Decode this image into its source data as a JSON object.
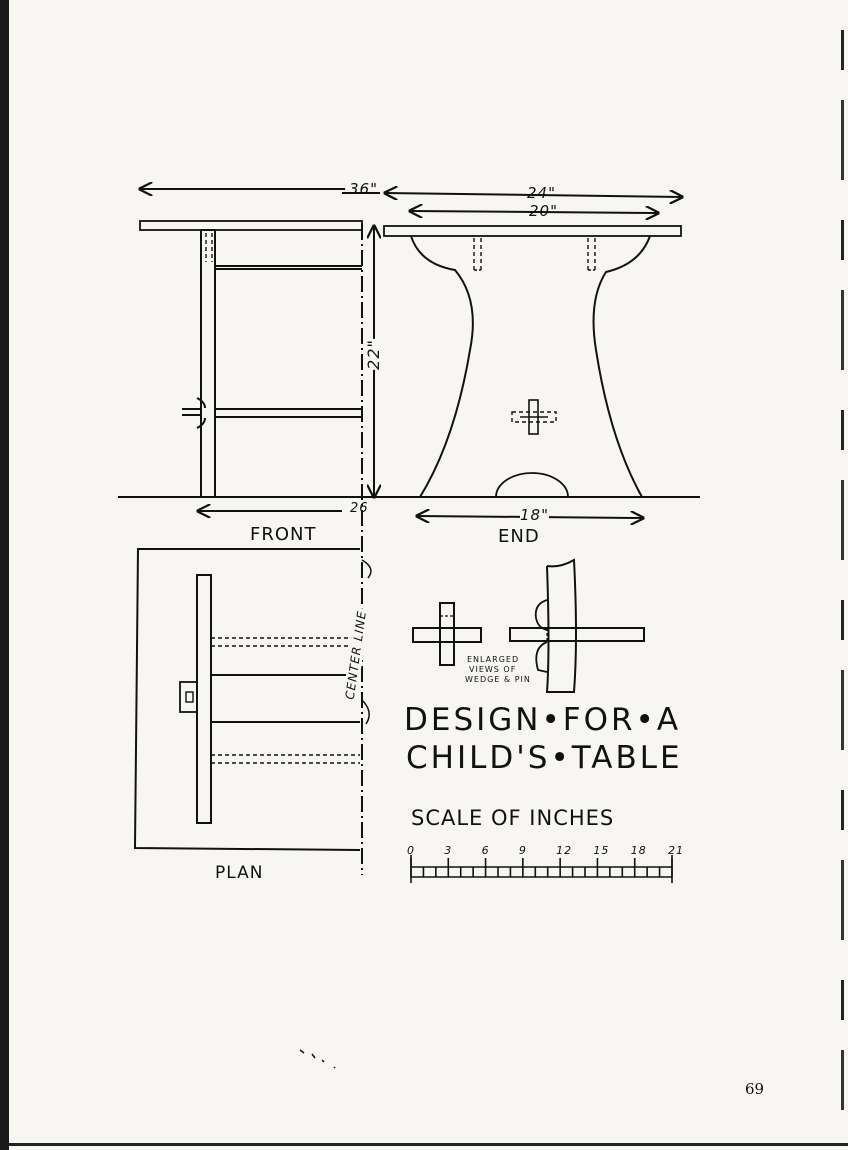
{
  "dimensions": {
    "front_width": "36\"",
    "end_width": "24\"",
    "end_inner_width": "20\"",
    "height": "22\"",
    "front_bottom": "26",
    "end_bottom": "18\""
  },
  "views": {
    "front": "FRONT",
    "end": "END",
    "plan": "PLAN",
    "center_line": "CENTER LINE",
    "enlarged_note_1": "ENLARGED",
    "enlarged_note_2": "VIEWS OF",
    "enlarged_note_3": "WEDGE & PIN"
  },
  "title": {
    "line1": "DESIGN•FOR•A",
    "line2": "CHILD'S•TABLE"
  },
  "scale": {
    "heading": "SCALE OF INCHES",
    "ticks": [
      "0",
      "3",
      "6",
      "9",
      "12",
      "15",
      "18",
      "21"
    ]
  },
  "page_number": "69"
}
